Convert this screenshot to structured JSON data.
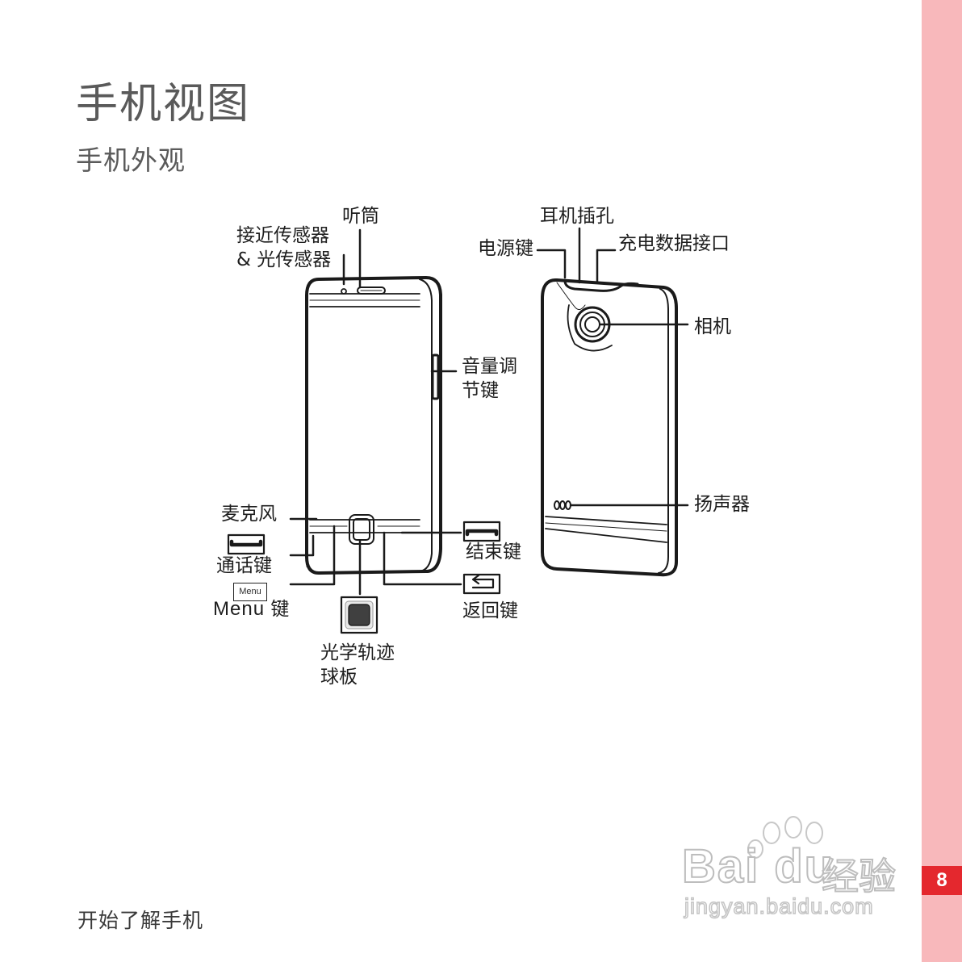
{
  "page": {
    "title": "手机视图",
    "subtitle": "手机外观",
    "footer": "开始了解手机",
    "page_number": "8",
    "accent_color": "#e4282e",
    "band_color": "#f8b8bb"
  },
  "front_labels": {
    "earpiece": "听筒",
    "sensor": "接近传感器\n& 光传感器",
    "volume": "音量调\n节键",
    "mic": "麦克风",
    "call": "通话键",
    "menu_icon": "Menu",
    "menu_en": "Menu",
    "menu_cn": " 键",
    "end": "结束键",
    "back": "返回键",
    "trackball": "光学轨迹\n球板"
  },
  "back_labels": {
    "headset": "耳机插孔",
    "power": "电源键",
    "usb": "充电数据接口",
    "camera": "相机",
    "speaker": "扬声器"
  },
  "watermark": {
    "brand": "Bai du",
    "cn": "经验",
    "url": "jingyan.baidu.com"
  }
}
